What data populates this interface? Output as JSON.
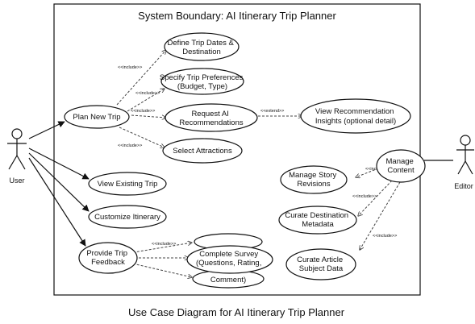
{
  "diagram": {
    "boundary_title": "System Boundary: AI Itinerary Trip Planner",
    "caption": "Use Case Diagram for AI Itinerary Trip Planner",
    "actors": {
      "user": "User",
      "editor": "Editor"
    },
    "use_cases": {
      "plan_new_trip": [
        "Plan New Trip"
      ],
      "define_trip_dates": [
        "Define Trip Dates &",
        "Destination"
      ],
      "specify_trip_preferences": [
        "Specify Trip Preferences",
        "(Budget, Type)"
      ],
      "request_ai_recommendations": [
        "Request AI",
        "Recommendations"
      ],
      "select_attractions": [
        "Select Attractions"
      ],
      "view_recommendation_insights": [
        "View Recommendation",
        "Insights (optional detail)"
      ],
      "view_existing_trip": [
        "View Existing Trip"
      ],
      "customize_itinerary": [
        "Customize Itinerary"
      ],
      "provide_trip_feedback": [
        "Provide Trip",
        "Feedback"
      ],
      "complete_survey": [
        "Complete Survey",
        "(Questions, Rating,",
        "Comment)"
      ],
      "manage_content": [
        "Manage",
        "Content"
      ],
      "manage_story_revisions": [
        "Manage Story",
        "Revisions"
      ],
      "curate_destination_metadata": [
        "Curate Destination",
        "Metadata"
      ],
      "curate_article_subject_data": [
        "Curate Article",
        "Subject Data"
      ]
    },
    "relationships": {
      "include": "<<include>>",
      "extend": "<<extend>>"
    },
    "colors": {
      "line": "#111111",
      "dashed": "#444444",
      "background": "#ffffff"
    }
  }
}
